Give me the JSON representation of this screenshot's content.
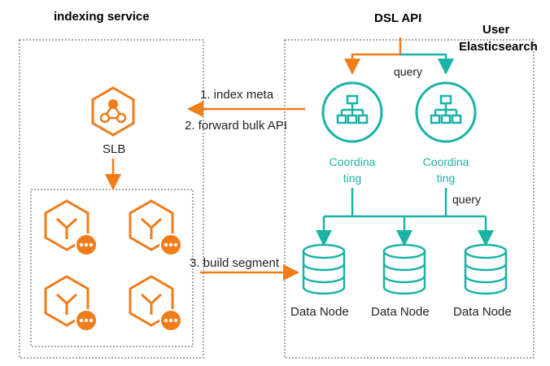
{
  "colors": {
    "orange": "#f07c1a",
    "teal": "#1bb3a6",
    "dashed_border": "#555555",
    "text": "#222222"
  },
  "left_panel": {
    "title": "indexing service",
    "slb_label": "SLB",
    "slb_icon": "hexagon-network-icon",
    "worker_icon": "cube-with-dots-icon"
  },
  "right_panel": {
    "dsl_label": "DSL API",
    "user_label_line1": "User",
    "user_label_line2": "Elasticsearch",
    "query_top": "query",
    "query_mid": "query",
    "coordinating": [
      {
        "line1": "Coordina",
        "line2": "ting"
      },
      {
        "line1": "Coordina",
        "line2": "ting"
      }
    ],
    "coordinating_icon": "hierarchy-tree-icon",
    "data_nodes": [
      "Data Node",
      "Data Node",
      "Data Node"
    ],
    "data_node_icon": "database-cylinder-icon"
  },
  "arrows": {
    "index_meta": "1. index meta",
    "forward_bulk": "2. forward bulk API",
    "build_segment": "3. build segment"
  }
}
